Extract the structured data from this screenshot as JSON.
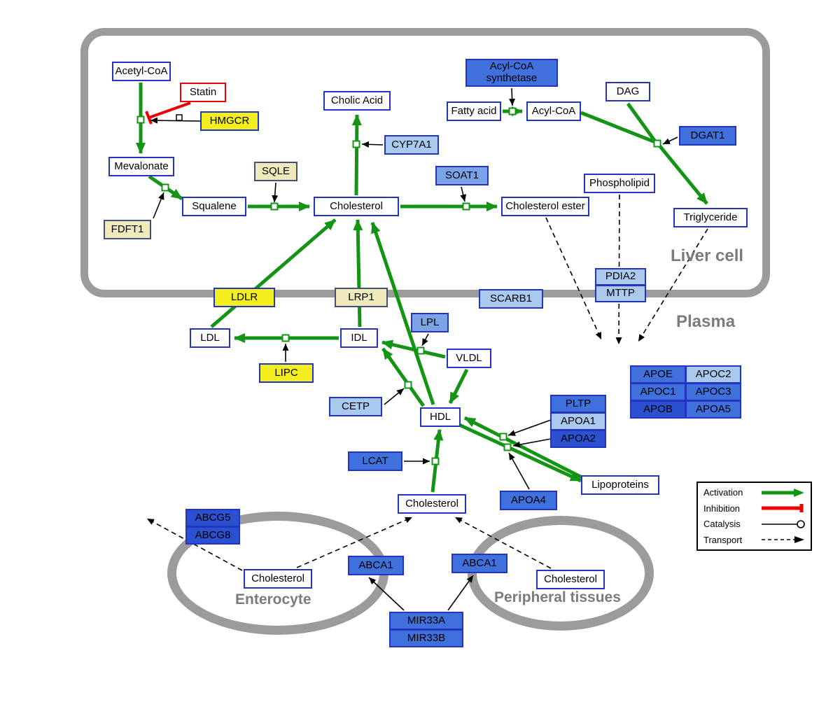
{
  "compartments": {
    "liver": "Liver cell",
    "plasma": "Plasma",
    "enterocyte": "Enterocyte",
    "peripheral": "Peripheral tissues"
  },
  "nodes": {
    "acetyl_coa": "Acetyl-CoA",
    "statin": "Statin",
    "hmgcr": "HMGCR",
    "mevalonate": "Mevalonate",
    "fdft1": "FDFT1",
    "squalene": "Squalene",
    "sqle": "SQLE",
    "cholesterol_liver": "Cholesterol",
    "cyp7a1": "CYP7A1",
    "cholic_acid": "Cholic Acid",
    "acyl_coa_synthetase": "Acyl-CoA synthetase",
    "fatty_acid": "Fatty acid",
    "acyl_coa": "Acyl-CoA",
    "dag": "DAG",
    "dgat1": "DGAT1",
    "soat1": "SOAT1",
    "cholesterol_ester": "Cholesterol ester",
    "phospholipid": "Phospholipid",
    "triglyceride": "Triglyceride",
    "pdia2": "PDIA2",
    "mttp": "MTTP",
    "scarb1": "SCARB1",
    "ldlr": "LDLR",
    "lrp1": "LRP1",
    "ldl": "LDL",
    "idl": "IDL",
    "lpl": "LPL",
    "vldl": "VLDL",
    "lipc": "LIPC",
    "cetp": "CETP",
    "hdl": "HDL",
    "apoe": "APOE",
    "apoc2": "APOC2",
    "apoc1": "APOC1",
    "apoc3": "APOC3",
    "apob": "APOB",
    "apoa5": "APOA5",
    "pltp": "PLTP",
    "apoa1": "APOA1",
    "apoa2": "APOA2",
    "apoa4": "APOA4",
    "lipoproteins": "Lipoproteins",
    "lcat": "LCAT",
    "cholesterol_plasma": "Cholesterol",
    "abcg5": "ABCG5",
    "abcg8": "ABCG8",
    "cholesterol_enterocyte": "Cholesterol",
    "abca1_left": "ABCA1",
    "abca1_right": "ABCA1",
    "cholesterol_peripheral": "Cholesterol",
    "mir33a": "MIR33A",
    "mir33b": "MIR33B"
  },
  "legend": {
    "activation": "Activation",
    "inhibition": "Inhibition",
    "catalysis": "Catalysis",
    "transport": "Transport"
  },
  "colors": {
    "activation_green": "#149414",
    "inhibition_red": "#ee0000",
    "membrane_gray": "#9b9b9b",
    "node_border_blue": "#2433c0"
  }
}
